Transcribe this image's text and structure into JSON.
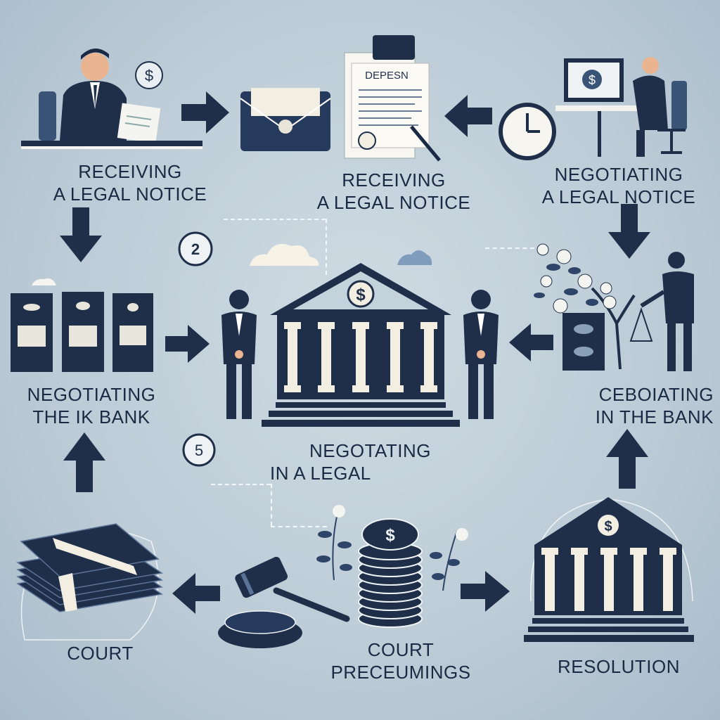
{
  "labels": {
    "top_left": [
      "RECEIVING",
      "A LEGAL NOTICE"
    ],
    "top_center": [
      "RECEIVING",
      "A LEGAL NOTICE"
    ],
    "top_right": [
      "NEGOTIATING",
      "A LEGAL NOTICE"
    ],
    "mid_left": [
      "NEGOTIATING",
      "THE IK BANK"
    ],
    "mid_right": [
      "CEBOIATING",
      "IN THE BANK"
    ],
    "center": [
      "NEGOTATING",
      "IN A LEGAL"
    ],
    "bottom_left": [
      "COURT"
    ],
    "bottom_center": [
      "COURT",
      "PRECEUMINGS"
    ],
    "bottom_right": [
      "RESOLUTION"
    ]
  },
  "document_heading": "DEPESN",
  "badges": {
    "dollar": "$",
    "number_two": "2",
    "number_five": "5"
  },
  "colors": {
    "navy": "#1f2f4a",
    "cream": "#f2eee2",
    "background": "#c4d2dc"
  }
}
